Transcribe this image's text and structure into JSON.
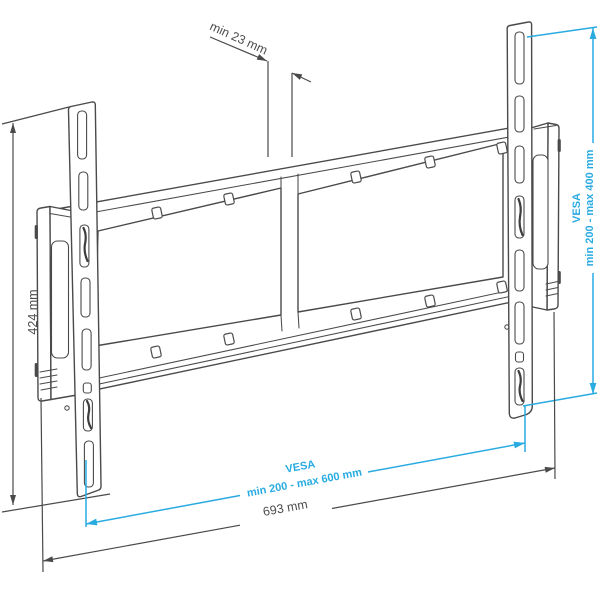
{
  "diagram": {
    "kind": "technical-drawing",
    "subject": "flat wall mount bracket",
    "colors": {
      "line": "#4a4a4a",
      "accent": "#29abe2",
      "background": "#ffffff"
    },
    "labels": {
      "wall_gap": "min 23 mm",
      "bracket_height": "424 mm",
      "vesa_vertical_line1": "VESA",
      "vesa_vertical_line2": "min 200 - max 400 mm",
      "vesa_horizontal_line1": "VESA",
      "vesa_horizontal_line2": "min 200 - max 600 mm",
      "plate_width": "693 mm"
    }
  }
}
